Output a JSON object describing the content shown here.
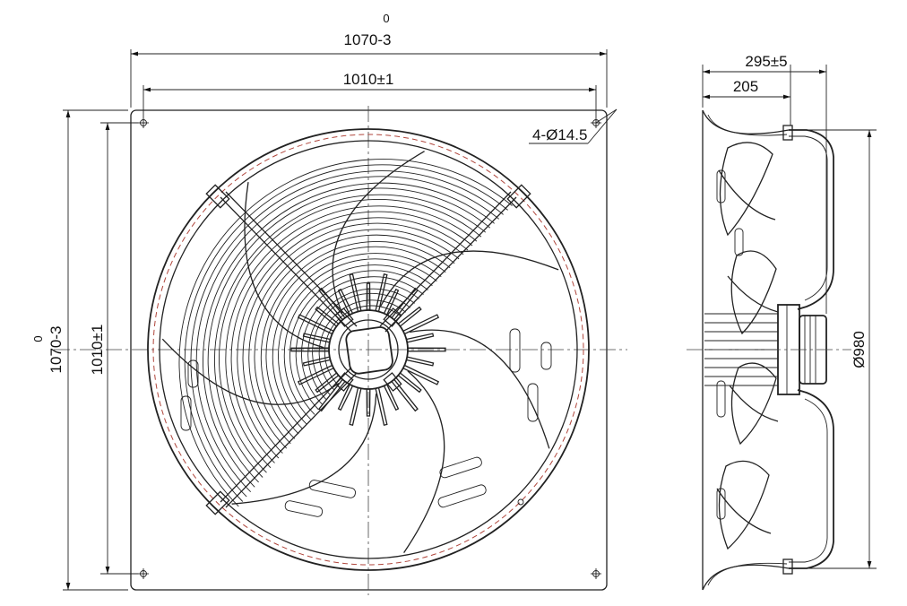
{
  "front_view": {
    "overall_width": {
      "tol_upper": "0",
      "label": "1070-3"
    },
    "hole_spacing_width": "1010±1",
    "holes_callout": "4-Ø14.5",
    "overall_height": {
      "tol_upper": "0",
      "label": "1070-3"
    },
    "hole_spacing_height": "1010±1"
  },
  "side_view": {
    "overall_depth": "295±5",
    "guard_depth": "205",
    "guard_diameter": "Ø980"
  }
}
